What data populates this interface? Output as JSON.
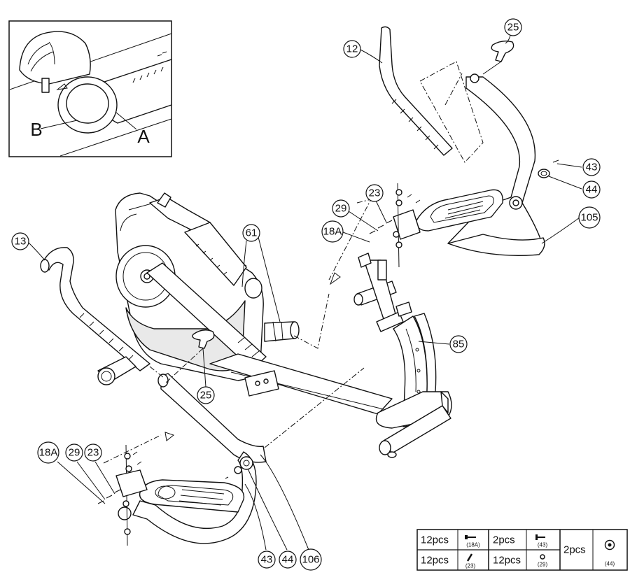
{
  "inset": {
    "label_a": "A",
    "label_b": "B"
  },
  "callouts": [
    {
      "id": "12",
      "text": "12"
    },
    {
      "id": "25-top",
      "text": "25"
    },
    {
      "id": "43-right",
      "text": "43"
    },
    {
      "id": "44-right",
      "text": "44"
    },
    {
      "id": "105",
      "text": "105"
    },
    {
      "id": "23-right",
      "text": "23"
    },
    {
      "id": "29-right",
      "text": "29"
    },
    {
      "id": "18A-right",
      "text": "18A"
    },
    {
      "id": "13",
      "text": "13"
    },
    {
      "id": "61",
      "text": "61"
    },
    {
      "id": "85",
      "text": "85"
    },
    {
      "id": "25-mid",
      "text": "25"
    },
    {
      "id": "18A-left",
      "text": "18A"
    },
    {
      "id": "29-left",
      "text": "29"
    },
    {
      "id": "23-left",
      "text": "23"
    },
    {
      "id": "43-bottom",
      "text": "43"
    },
    {
      "id": "44-bottom",
      "text": "44"
    },
    {
      "id": "106",
      "text": "106"
    }
  ],
  "hardware_table": {
    "cells": [
      {
        "qty": "12pcs",
        "part": "(18A)",
        "icon": "bolt-icon"
      },
      {
        "qty": "12pcs",
        "part": "(23)",
        "icon": "washer-pin-icon"
      },
      {
        "qty": "2pcs",
        "part": "(43)",
        "icon": "screw-icon"
      },
      {
        "qty": "12pcs",
        "part": "(29)",
        "icon": "nut-icon"
      },
      {
        "qty": "2pcs",
        "part": "(44)",
        "icon": "cap-washer-icon"
      }
    ]
  }
}
